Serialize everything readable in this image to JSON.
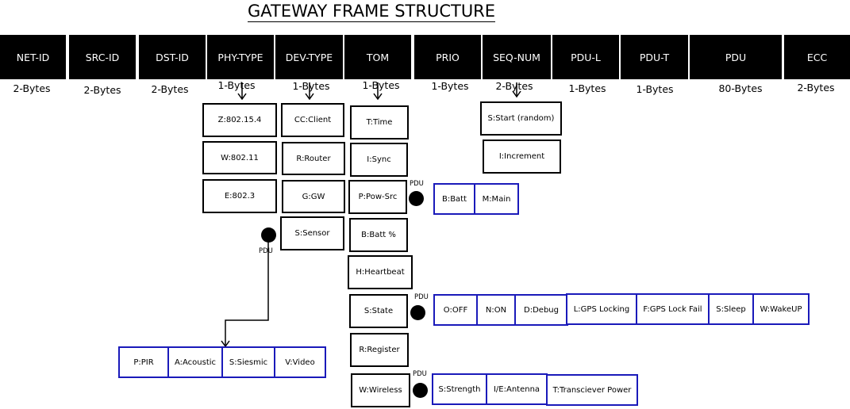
{
  "title": "GATEWAY FRAME STRUCTURE",
  "fields": [
    {
      "name": "NET-ID",
      "size": "2-Bytes"
    },
    {
      "name": "SRC-ID",
      "size": "2-Bytes"
    },
    {
      "name": "DST-ID",
      "size": "2-Bytes"
    },
    {
      "name": "PHY-TYPE",
      "size": "1-Bytes"
    },
    {
      "name": "DEV-TYPE",
      "size": "1-Bytes"
    },
    {
      "name": "TOM",
      "size": "1-Bytes"
    },
    {
      "name": "PRIO",
      "size": "1-Bytes"
    },
    {
      "name": "SEQ-NUM",
      "size": "2-Bytes"
    },
    {
      "name": "PDU-L",
      "size": "1-Bytes"
    },
    {
      "name": "PDU-T",
      "size": "1-Bytes"
    },
    {
      "name": "PDU",
      "size": "80-Bytes"
    },
    {
      "name": "ECC",
      "size": "2-Bytes"
    }
  ],
  "phy_type": [
    "Z:802.15.4",
    "W:802.11",
    "E:802.3"
  ],
  "dev_type": [
    "CC:Client",
    "R:Router",
    "G:GW",
    "S:Sensor"
  ],
  "tom": [
    "T:Time",
    "I:Sync",
    "P:Pow-Src",
    "B:Batt %",
    "H:Heartbeat",
    "S:State",
    "R:Register",
    "W:Wireless"
  ],
  "seq_num": [
    "S:Start (random)",
    "I:Increment"
  ],
  "pdu_label": "PDU",
  "pow_src_pdu": [
    "B:Batt",
    "M:Main"
  ],
  "state_pdu": [
    "O:OFF",
    "N:ON",
    "D:Debug",
    "L:GPS Locking",
    "F:GPS Lock Fail",
    "S:Sleep",
    "W:WakeUP"
  ],
  "wireless_pdu": [
    "S:Strength",
    "I/E:Antenna",
    "T:Transciever Power"
  ],
  "sensor_pdu": [
    "P:PIR",
    "A:Acoustic",
    "S:Siesmic",
    "V:Video"
  ]
}
